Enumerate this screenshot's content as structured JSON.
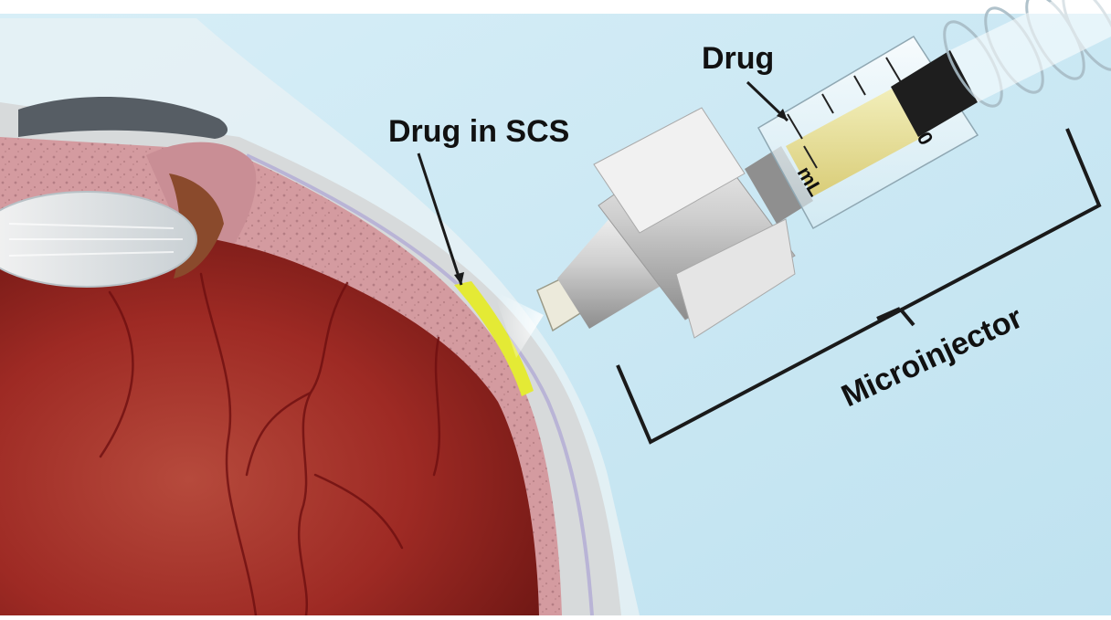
{
  "heading": {
    "visible_fragment": ""
  },
  "labels": {
    "drug": "Drug",
    "drug_in_scs": "Drug in SCS",
    "microinjector": "Microinjector"
  },
  "syringe": {
    "scale_mark": "0",
    "unit_mark": "mL"
  },
  "colors": {
    "background": "#c9e7f2",
    "drug_yellow": "#e4ea35",
    "retina": "#a9312a",
    "choroid": "#d49ba0",
    "sclera": "#d7dadb",
    "metal": "#c8c8c8",
    "label_text": "#111111"
  }
}
